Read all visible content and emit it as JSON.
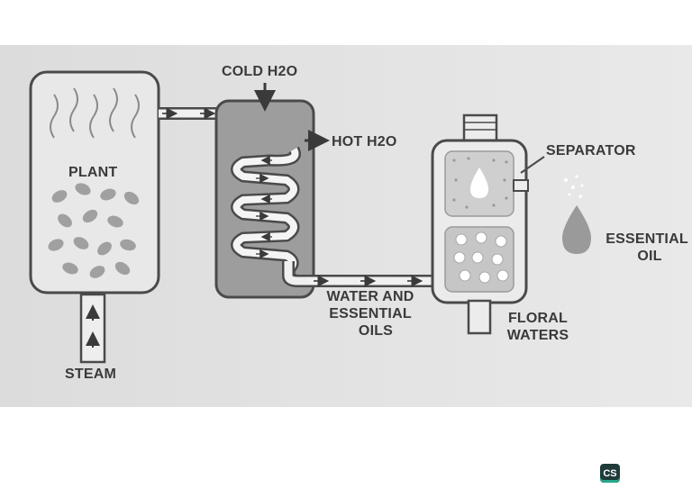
{
  "labels": {
    "cold_h2o": "COLD H2O",
    "hot_h2o": "HOT H2O",
    "plant": "PLANT",
    "steam": "STEAM",
    "separator": "SEPARATOR",
    "essential_oil_line1": "ESSENTIAL",
    "essential_oil_line2": "OIL",
    "water_oils_line1": "WATER AND",
    "water_oils_line2": "ESSENTIAL",
    "water_oils_line3": "OILS",
    "floral_line1": "FLORAL",
    "floral_line2": "WATERS"
  },
  "badge": "CS",
  "colors": {
    "background": "#e2e2e2",
    "outline": "#4a4a4a",
    "vessel_fill": "#e8e8e8",
    "condenser_fill": "#9d9d9d",
    "leaf": "#a0a0a0",
    "oil_drop": "#9a9a9a",
    "badge_bg": "#1f3b3a",
    "badge_accent": "#2aa889"
  },
  "icons": [
    "arrow-down-icon",
    "arrow-right-icon",
    "arrow-up-icon",
    "leaf-icon",
    "droplet-icon",
    "flower-icon"
  ]
}
